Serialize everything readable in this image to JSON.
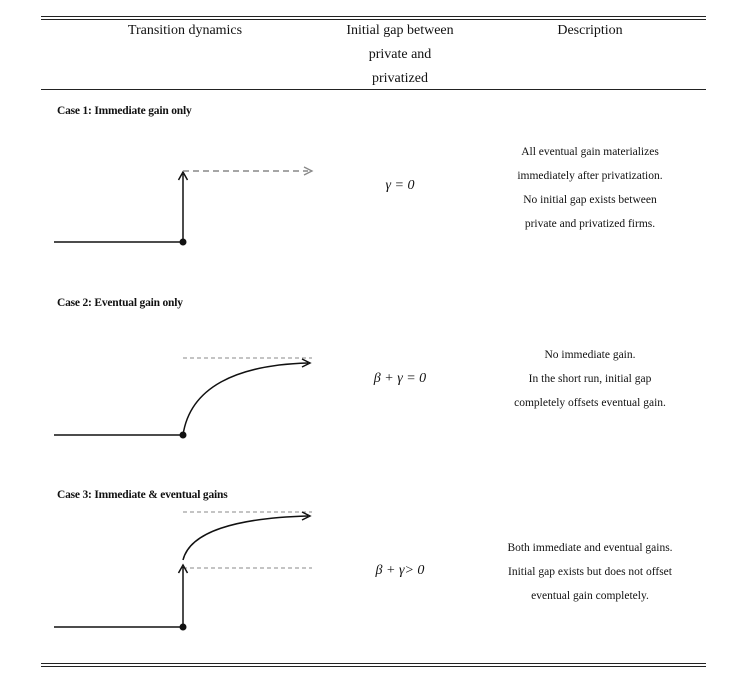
{
  "table": {
    "headers": {
      "transition": "Transition dynamics",
      "gap_line1": "Initial gap between",
      "gap_line2": "private and",
      "gap_line3": "privatized",
      "description": "Description"
    },
    "cases": [
      {
        "title": "Case 1: Immediate gain only",
        "formula": "γ = 0",
        "description": [
          "All eventual gain materializes",
          "immediately after privatization.",
          "No initial gap exists between",
          "private and privatized firms."
        ]
      },
      {
        "title": "Case 2: Eventual gain only",
        "formula": "β + γ = 0",
        "description": [
          "No immediate gain.",
          "In the short run, initial gap",
          "completely offsets eventual gain."
        ]
      },
      {
        "title": "Case 3: Immediate & eventual gains",
        "formula": "β + γ> 0",
        "description": [
          "Both immediate and eventual gains.",
          "Initial gap exists but does not offset",
          "eventual gain completely."
        ]
      }
    ]
  },
  "colors": {
    "line": "#111111",
    "dashed": "#888888"
  }
}
